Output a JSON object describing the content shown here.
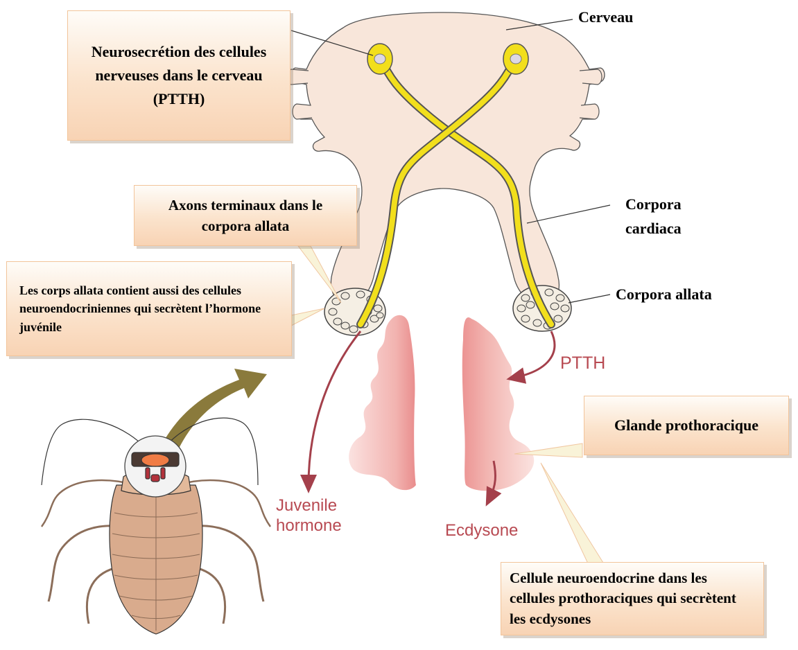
{
  "callouts": {
    "neurosecretion": "Neurosecrétion des cellules nerveuses dans le cerveau (PTTH)",
    "axons": "Axons terminaux dans le corpora allata",
    "corps_allata": "Les corps allata contient aussi des cellules neuroendocriniennes qui secrètent l’hormone juvénile",
    "glande": "Glande prothoracique",
    "cellule": "Cellule neuroendocrine dans les cellules prothoraciques qui secrètent les ecdysones"
  },
  "labels": {
    "cerveau": "Cerveau",
    "corpora_cardiaca": "Corpora cardiaca",
    "corpora_allata": "Corpora allata",
    "ptth": "PTTH",
    "juvenile": "Juvenile hormone",
    "ecdysone": "Ecdysone"
  },
  "colors": {
    "brain": "#f8e6da",
    "nerve": "#f2df1c",
    "gland": "#efb0ad",
    "arrow": "#a4404b",
    "big_arrow": "#8a7a3c",
    "insect": "#d9ab8d"
  }
}
